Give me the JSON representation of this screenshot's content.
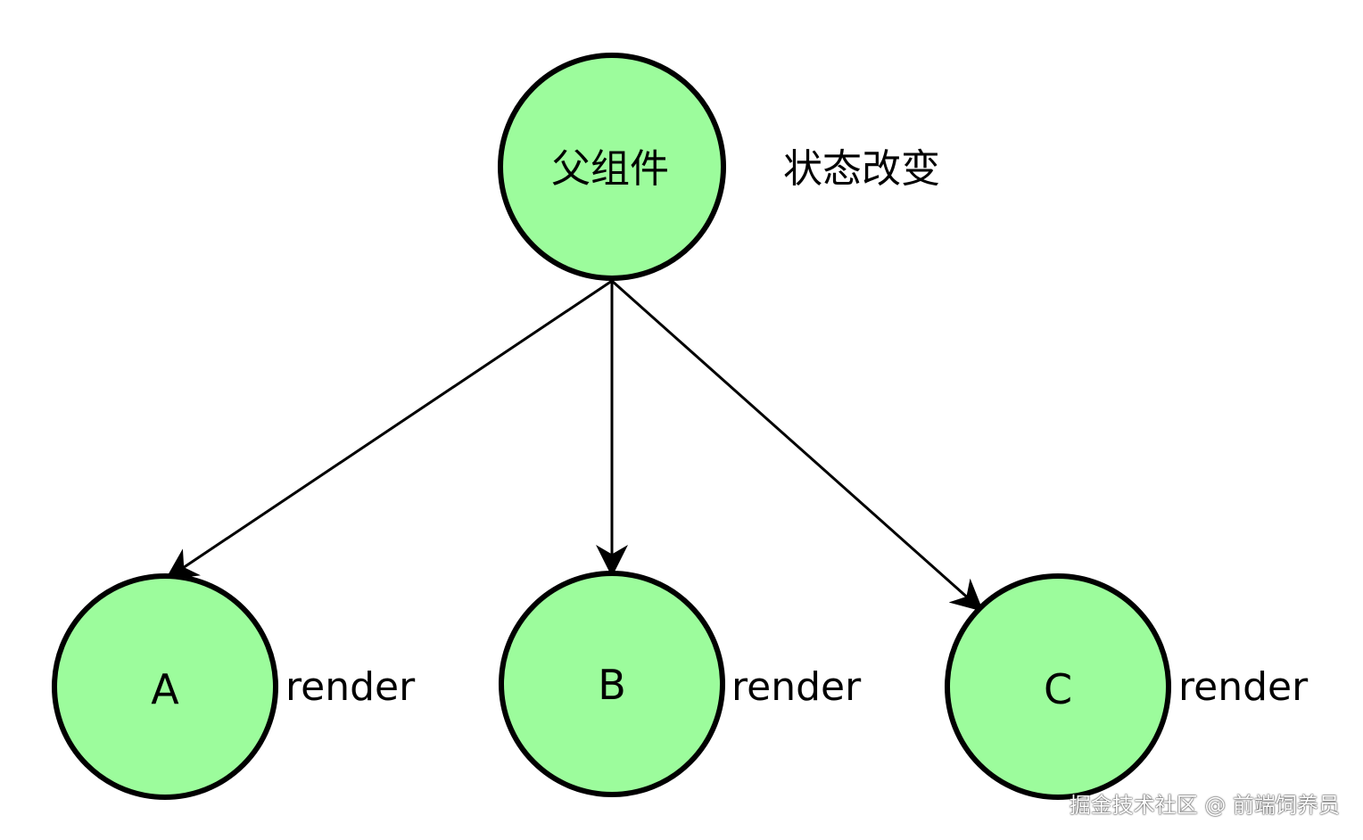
{
  "diagram": {
    "root": {
      "label": "父组件",
      "annotation": "状态改变"
    },
    "children": [
      {
        "label": "A",
        "annotation": "render"
      },
      {
        "label": "B",
        "annotation": "render"
      },
      {
        "label": "C",
        "annotation": "render"
      }
    ],
    "colors": {
      "node_fill": "#9cfc9c",
      "node_stroke": "#000000",
      "edge": "#000000"
    }
  },
  "watermark": "掘金技术社区 @ 前端饲养员"
}
